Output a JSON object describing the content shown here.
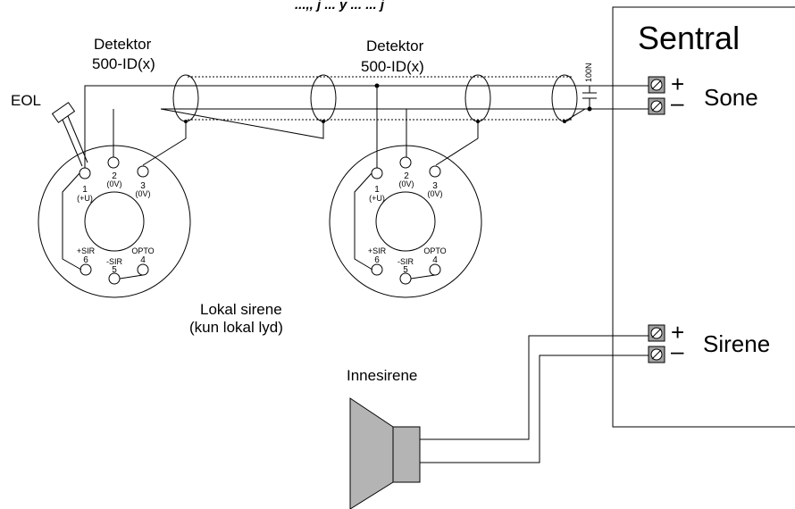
{
  "header": {
    "title_fragment": "...,, j ... y ... ... j"
  },
  "panel": {
    "title": "Sentral"
  },
  "terminals": {
    "zone": {
      "label": "Sone",
      "plus": "+",
      "minus": "–"
    },
    "siren": {
      "label": "Sirene",
      "plus": "+",
      "minus": "–"
    }
  },
  "eol": {
    "label": "EOL"
  },
  "capacitor": {
    "label": "100N"
  },
  "detectors": [
    {
      "title": "Detektor",
      "model": "500-ID(x)",
      "terminals": {
        "t1": {
          "num": "1",
          "sub": "(+U)"
        },
        "t2": {
          "num": "2",
          "sub": "(0V)"
        },
        "t3": {
          "num": "3",
          "sub": "(0V)"
        },
        "t6": {
          "num": "6",
          "sub": "+SIR"
        },
        "t5": {
          "num": "5",
          "sub": "-SIR"
        },
        "t4": {
          "num": "4",
          "sub": "OPTO"
        }
      }
    },
    {
      "title": "Detektor",
      "model": "500-ID(x)",
      "terminals": {
        "t1": {
          "num": "1",
          "sub": "(+U)"
        },
        "t2": {
          "num": "2",
          "sub": "(0V)"
        },
        "t3": {
          "num": "3",
          "sub": "(0V)"
        },
        "t6": {
          "num": "6",
          "sub": "+SIR"
        },
        "t5": {
          "num": "5",
          "sub": "-SIR"
        },
        "t4": {
          "num": "4",
          "sub": "OPTO"
        }
      }
    }
  ],
  "local_siren": {
    "line1": "Lokal sirene",
    "line2": "(kun lokal lyd)"
  },
  "indoor_siren": {
    "label": "Innesirene"
  },
  "colors": {
    "line": "#000000",
    "speaker": "#b4b4b4",
    "terminal": "#a0a0a0"
  }
}
